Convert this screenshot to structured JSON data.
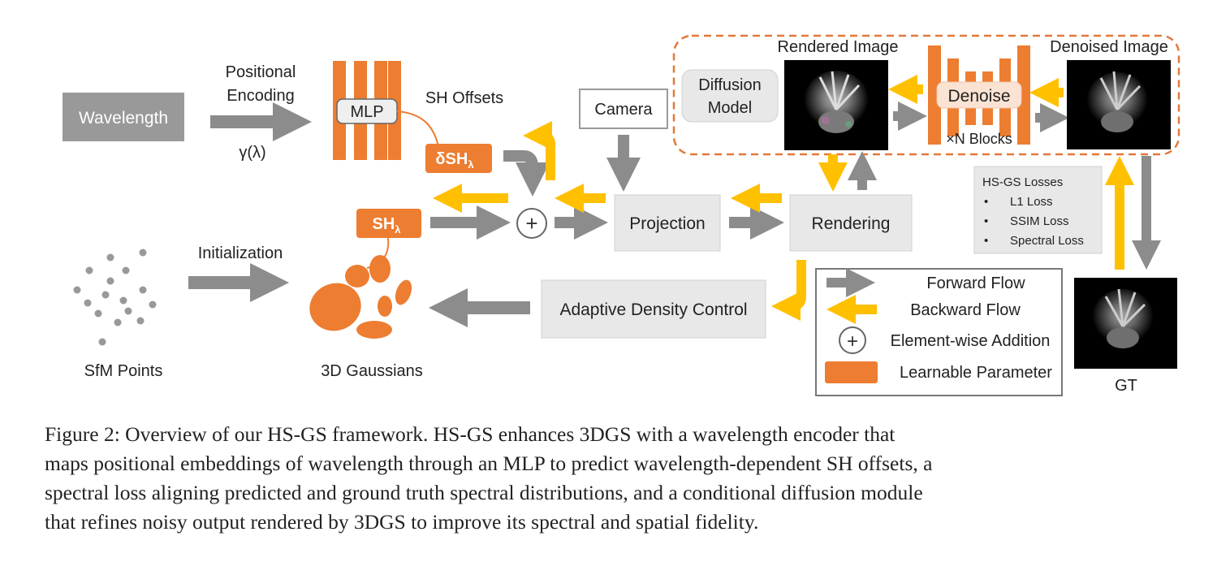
{
  "colors": {
    "orange": "#ed7d31",
    "forward": "#8c8c8c",
    "backward": "#ffc000",
    "box_fill": "#e8e8e8",
    "wavelength_box": "#999999",
    "denoise_fill": "#fbe3d3",
    "dashed_border": "#e2793a"
  },
  "labels": {
    "wavelength": "Wavelength",
    "positional_encoding_1": "Positional",
    "positional_encoding_2": "Encoding",
    "gamma": "γ(λ)",
    "mlp": "MLP",
    "sh_offsets": "SH Offsets",
    "delta_sh": "δSH",
    "sh": "SH",
    "lambda_sub": "λ",
    "camera": "Camera",
    "diffusion_model_1": "Diffusion",
    "diffusion_model_2": "Model",
    "rendered_image": "Rendered Image",
    "denoise": "Denoise",
    "n_blocks": "×N Blocks",
    "denoised_image": "Denoised Image",
    "projection": "Projection",
    "rendering": "Rendering",
    "initialization": "Initialization",
    "sfm_points": "SfM Points",
    "gaussians": "3D Gaussians",
    "adaptive_density": "Adaptive Density Control",
    "gt": "GT",
    "plus": "+"
  },
  "losses": {
    "title": "HS-GS Losses",
    "items": [
      "L1 Loss",
      "SSIM Loss",
      "Spectral Loss"
    ],
    "bullet": "•"
  },
  "legend": {
    "forward": "Forward Flow",
    "backward": "Backward Flow",
    "addition": "Element-wise Addition",
    "learnable": "Learnable Parameter"
  },
  "caption": {
    "lines": [
      "Figure 2:  Overview of our HS-GS framework.  HS-GS enhances 3DGS with a wavelength encoder that",
      "maps positional embeddings of wavelength through an MLP to predict wavelength-dependent SH offsets, a",
      "spectral loss aligning predicted and ground truth spectral distributions, and a conditional diffusion module",
      "that refines noisy output rendered by 3DGS to improve its spectral and spatial fidelity."
    ]
  }
}
